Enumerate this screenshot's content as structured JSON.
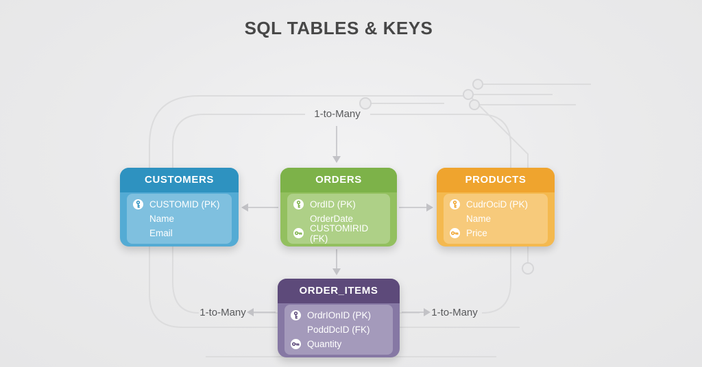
{
  "title": "SQL TABLES & KEYS",
  "relationships": {
    "top_label": "1-to-Many",
    "bottom_left_label": "1-to-Many",
    "bottom_right_label": "1-to-Many"
  },
  "colors": {
    "customers_header": "#2e92c0",
    "customers_body": "#54abd4",
    "orders_header": "#7db249",
    "orders_body": "#93c05f",
    "products_header": "#efa42e",
    "products_body": "#f4b94f",
    "order_items_header": "#5d4a7a",
    "order_items_body": "#8678a4",
    "arrow": "#c2c2c6",
    "trace": "#dcdcdd",
    "background": "#eaeaeb",
    "title_text": "#474747"
  },
  "tables": [
    {
      "name": "CUSTOMERS",
      "rows": [
        {
          "icon": "primary-key",
          "text": "CUSTOMID (PK)"
        },
        {
          "icon": "none",
          "text": "Name"
        },
        {
          "icon": "none",
          "text": "Email"
        }
      ]
    },
    {
      "name": "ORDERS",
      "rows": [
        {
          "icon": "primary-key",
          "text": "OrdID (PK)"
        },
        {
          "icon": "none",
          "text": "OrderDate"
        },
        {
          "icon": "foreign-key",
          "text": "CUSTOMIRID (FK)"
        }
      ]
    },
    {
      "name": "PRODUCTS",
      "rows": [
        {
          "icon": "primary-key",
          "text": "CudrOciD (PK)"
        },
        {
          "icon": "none",
          "text": "Name"
        },
        {
          "icon": "foreign-key",
          "text": "Price"
        }
      ]
    },
    {
      "name": "ORDER_ITEMS",
      "rows": [
        {
          "icon": "primary-key",
          "text": "OrdrIOnID (PK)"
        },
        {
          "icon": "none",
          "text": "PoddDcID (FK)"
        },
        {
          "icon": "foreign-key",
          "text": "Quantity"
        }
      ]
    }
  ]
}
